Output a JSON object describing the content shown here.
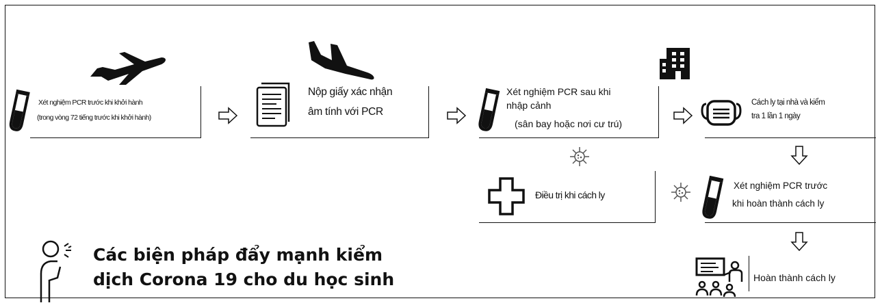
{
  "steps": {
    "s1": {
      "line1": "Xét nghiệm PCR trước khi khởi hành",
      "line2": "(trong vòng 72 tiếng trước khi khởi hành)"
    },
    "s2": {
      "line1": "Nộp giấy xác nhận",
      "line2": "âm tính với PCR"
    },
    "s3": {
      "line1": "Xét nghiệm PCR sau khi",
      "line2": "nhập cảnh",
      "line3": "(sân bay hoặc nơi cư trú)"
    },
    "s4": {
      "line1": "Cách ly tại nhà và kiểm",
      "line2": "tra 1 lần 1 ngày"
    },
    "s5": {
      "line1": "Điều trị khi cách ly"
    },
    "s6": {
      "line1": "Xét nghiệm PCR trước",
      "line2": "khi hoàn thành cách ly"
    },
    "s7": {
      "line1": "Hoàn thành cách ly"
    }
  },
  "title": {
    "line1": "Các biện pháp đẩy mạnh kiểm",
    "line2": "dịch Corona 19 cho du học sinh"
  },
  "icons": [
    "airplane-takeoff-icon",
    "airplane-landing-icon",
    "building-icon",
    "test-tube-icon",
    "document-icon",
    "face-mask-icon",
    "virus-icon",
    "medical-cross-icon",
    "classroom-icon",
    "coughing-person-icon",
    "arrow-right-icon",
    "arrow-down-icon"
  ]
}
